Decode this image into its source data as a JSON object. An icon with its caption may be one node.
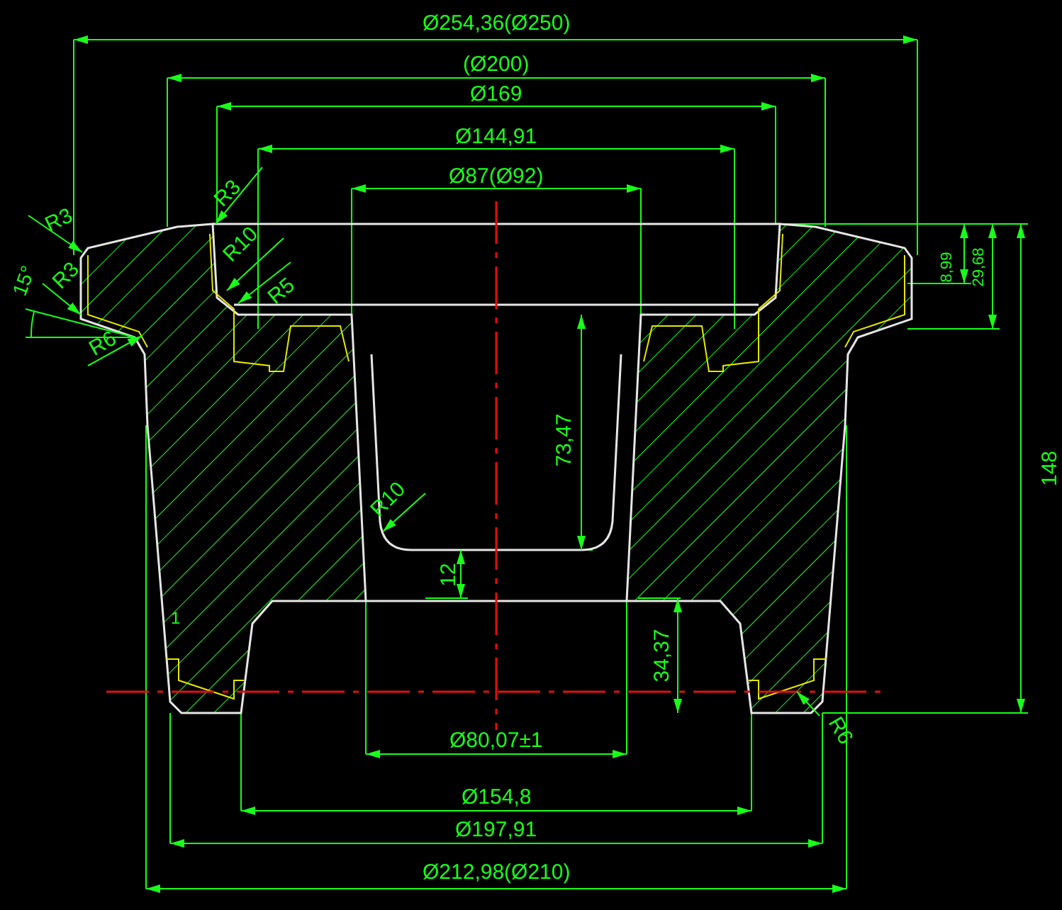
{
  "diagram": {
    "labels": [
      "Ø254,36(Ø250)",
      "(Ø200)",
      "Ø169",
      "Ø144,91",
      "Ø87(Ø92)",
      "R3",
      "R3",
      "R10",
      "R5",
      "15°",
      "R3",
      "R6",
      "8,99",
      "29,68",
      "148",
      "73,47",
      "R10",
      "12",
      "1",
      "34,37",
      "Ø80,07±1",
      "R6",
      "Ø154,8",
      "Ø197,91",
      "Ø212,98(Ø210)"
    ]
  }
}
